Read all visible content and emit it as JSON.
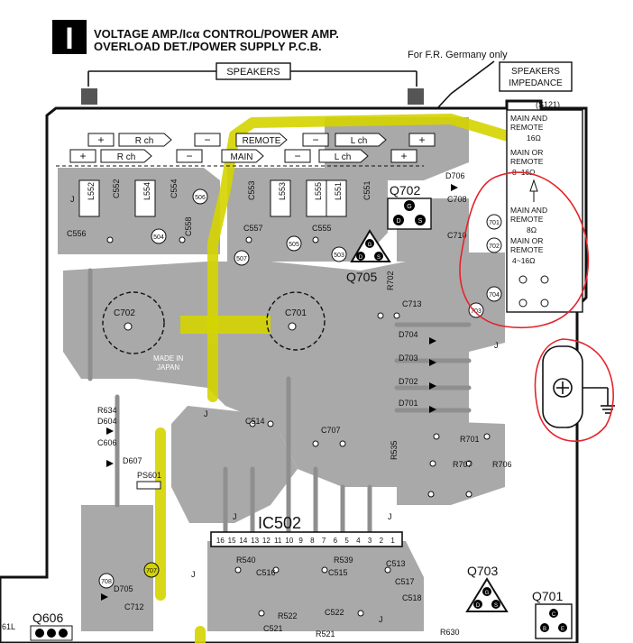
{
  "header": {
    "section_mark": "I",
    "title_line1": "VOLTAGE AMP./Icα CONTROL/POWER AMP.",
    "title_line2": "OVERLOAD DET./POWER SUPPLY P.C.B."
  },
  "labels": {
    "speakers": "SPEAKERS",
    "speakers_impedance_1": "SPEAKERS",
    "speakers_impedance_2": "IMPEDANCE",
    "germany_note": "For F.R. Germany only",
    "s121": "(S121)",
    "made_in_1": "MADE IN",
    "made_in_2": "JAPAN"
  },
  "terminals": {
    "rch_top": "R ch",
    "rch_bottom": "R ch",
    "lch_top": "L ch",
    "lch_bottom": "L ch",
    "remote": "REMOTE",
    "main": "MAIN",
    "plus": "+",
    "minus": "−"
  },
  "impedance_panel": {
    "row1_a": "MAIN AND",
    "row1_b": "REMOTE",
    "row1_c": "16Ω",
    "row2_a": "MAIN OR",
    "row2_b": "REMOTE",
    "row2_c": "8~16Ω",
    "row3_a": "MAIN AND",
    "row3_b": "REMOTE",
    "row3_c": "8Ω",
    "row4_a": "MAIN OR",
    "row4_b": "REMOTE",
    "row4_c": "4~16Ω"
  },
  "ic": {
    "name": "IC502",
    "pins": [
      "16",
      "15",
      "14",
      "13",
      "12",
      "11",
      "10",
      "9",
      "8",
      "7",
      "6",
      "5",
      "4",
      "3",
      "2",
      "1"
    ]
  },
  "transistors": {
    "q702": "Q702",
    "q705": "Q705",
    "q703": "Q703",
    "q701": "Q701",
    "q606": "Q606"
  },
  "pin_letters": {
    "c": "C",
    "e": "E",
    "b": "B",
    "s": "S",
    "d": "D",
    "g": "G"
  },
  "jumper": "J",
  "components": {
    "L552": "L552",
    "C552": "C552",
    "L554": "L554",
    "C554": "C554",
    "C556": "C556",
    "C558": "C558",
    "C553": "C553",
    "L553": "L553",
    "L555": "L555",
    "L551": "L551",
    "C551": "C551",
    "C557": "C557",
    "C555": "C555",
    "C702": "C702",
    "C701": "C701",
    "C713": "C713",
    "D706": "D706",
    "C708": "C708",
    "C710": "C710",
    "R702": "R702",
    "D704": "D704",
    "D703": "D703",
    "D702": "D702",
    "D701": "D701",
    "R634": "R634",
    "D604": "D604",
    "C606": "C606",
    "D607": "D607",
    "PS601": "PS601",
    "C514": "C514",
    "C707": "C707",
    "R535": "R535",
    "R701": "R701",
    "R707": "R707",
    "R706": "R706",
    "R540": "R540",
    "C516": "C516",
    "R539": "R539",
    "C513": "C513",
    "C515": "C515",
    "C517": "C517",
    "C518": "C518",
    "R522": "R522",
    "C522": "C522",
    "C521": "C521",
    "R521": "R521",
    "D705": "D705",
    "C712": "C712",
    "R630": "R630",
    "L61": "61L"
  },
  "test_points": [
    "506",
    "504",
    "505",
    "507",
    "503",
    "701",
    "702",
    "704",
    "703",
    "707",
    "708"
  ],
  "colors": {
    "highlight": "#d4d400",
    "annotation": "#e3242b",
    "board": "#a9a9a9",
    "ink": "#111111"
  }
}
